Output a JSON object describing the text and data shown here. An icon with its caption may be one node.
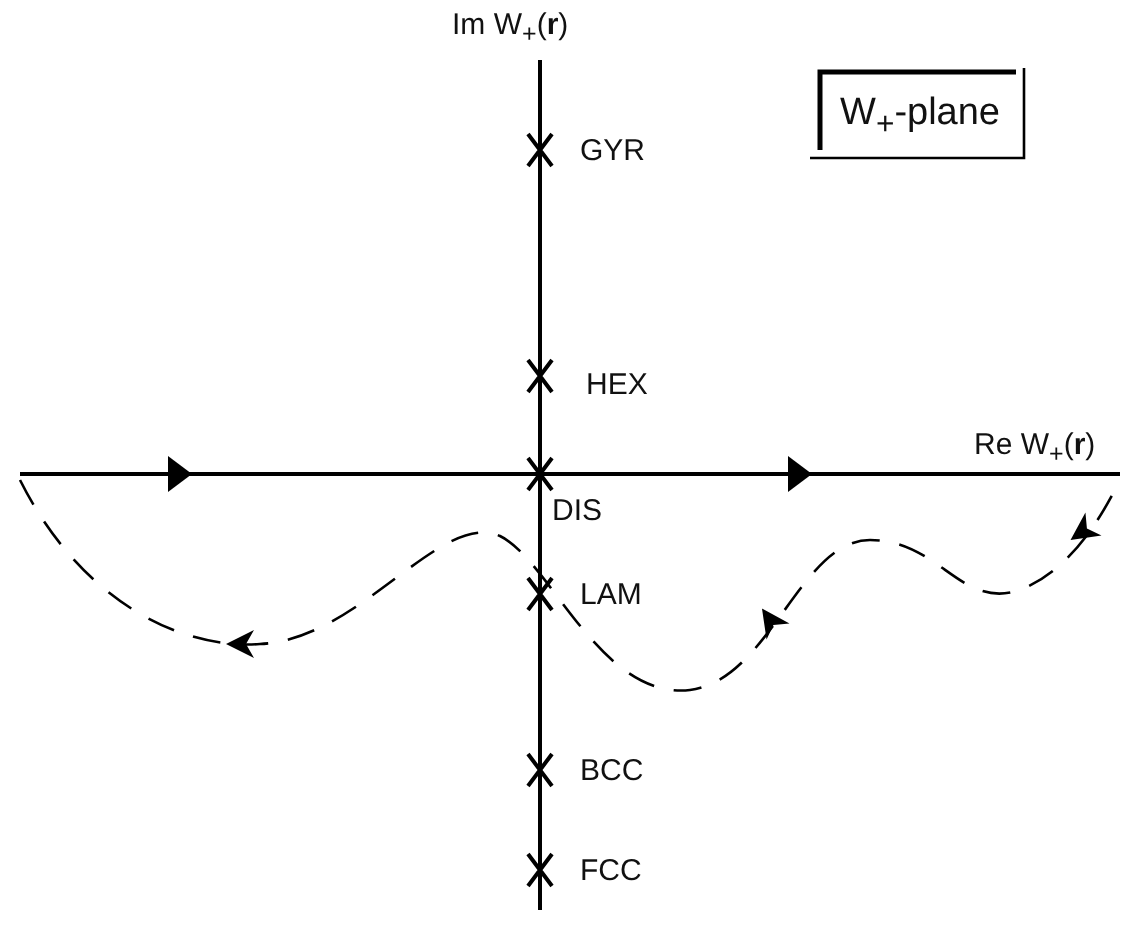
{
  "diagram": {
    "labels": [
      "Im W$_{+}$(**r**)",
      "W$_{+}$-plane",
      "GYR",
      "HEX",
      "Re W$_{+}$(**r**)",
      "DIS",
      "LAM",
      "BCC",
      "FCC"
    ]
  }
}
